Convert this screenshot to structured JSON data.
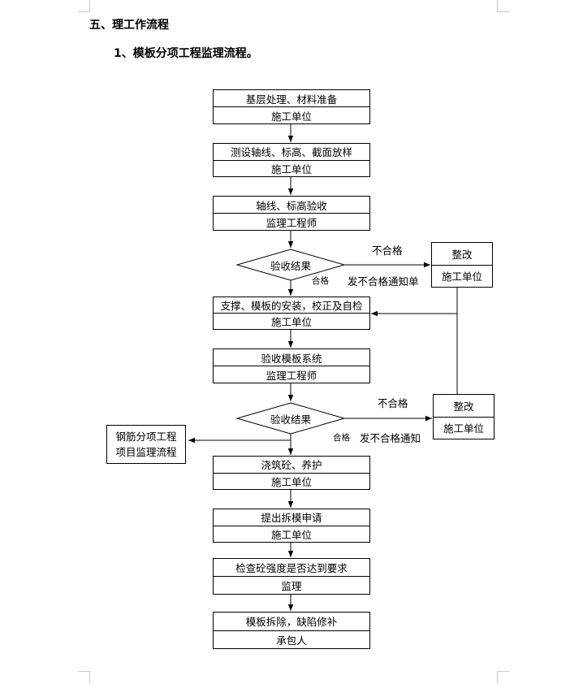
{
  "headings": {
    "section": "五、理工作流程",
    "sub": "1、模板分项工程监理流程。"
  },
  "steps": [
    {
      "main": "基层处理、材料准备",
      "role": "施工单位"
    },
    {
      "main": "测设轴线、标高、截面放样",
      "role": "施工单位"
    },
    {
      "main": "轴线、标高验收",
      "role": "监理工程师"
    },
    {
      "main": "支撑、模板的安装，校正及自检",
      "role": "施工单位"
    },
    {
      "main": "验收模板系统",
      "role": "监理工程师"
    },
    {
      "main": "浇筑砼、养护",
      "role": "施工单位"
    },
    {
      "main": "提出拆模申请",
      "role": "施工单位"
    },
    {
      "main": "检查砼强度是否达到要求",
      "role": "监理"
    },
    {
      "main": "模板拆除，缺陷修补",
      "role": "承包人"
    }
  ],
  "decisions": [
    {
      "label": "验收结果",
      "fail": "不合格",
      "pass": "合格",
      "notice": "发不合格通知单"
    },
    {
      "label": "验收结果",
      "fail": "不合格",
      "pass": "合格",
      "notice": "发不合格通知"
    }
  ],
  "rectify": [
    {
      "title": "整改",
      "role": "施工单位"
    },
    {
      "title": "整改",
      "role": "施工单位"
    }
  ],
  "related": {
    "line1": "钢筋分项工程",
    "line2": "项目监理流程"
  }
}
